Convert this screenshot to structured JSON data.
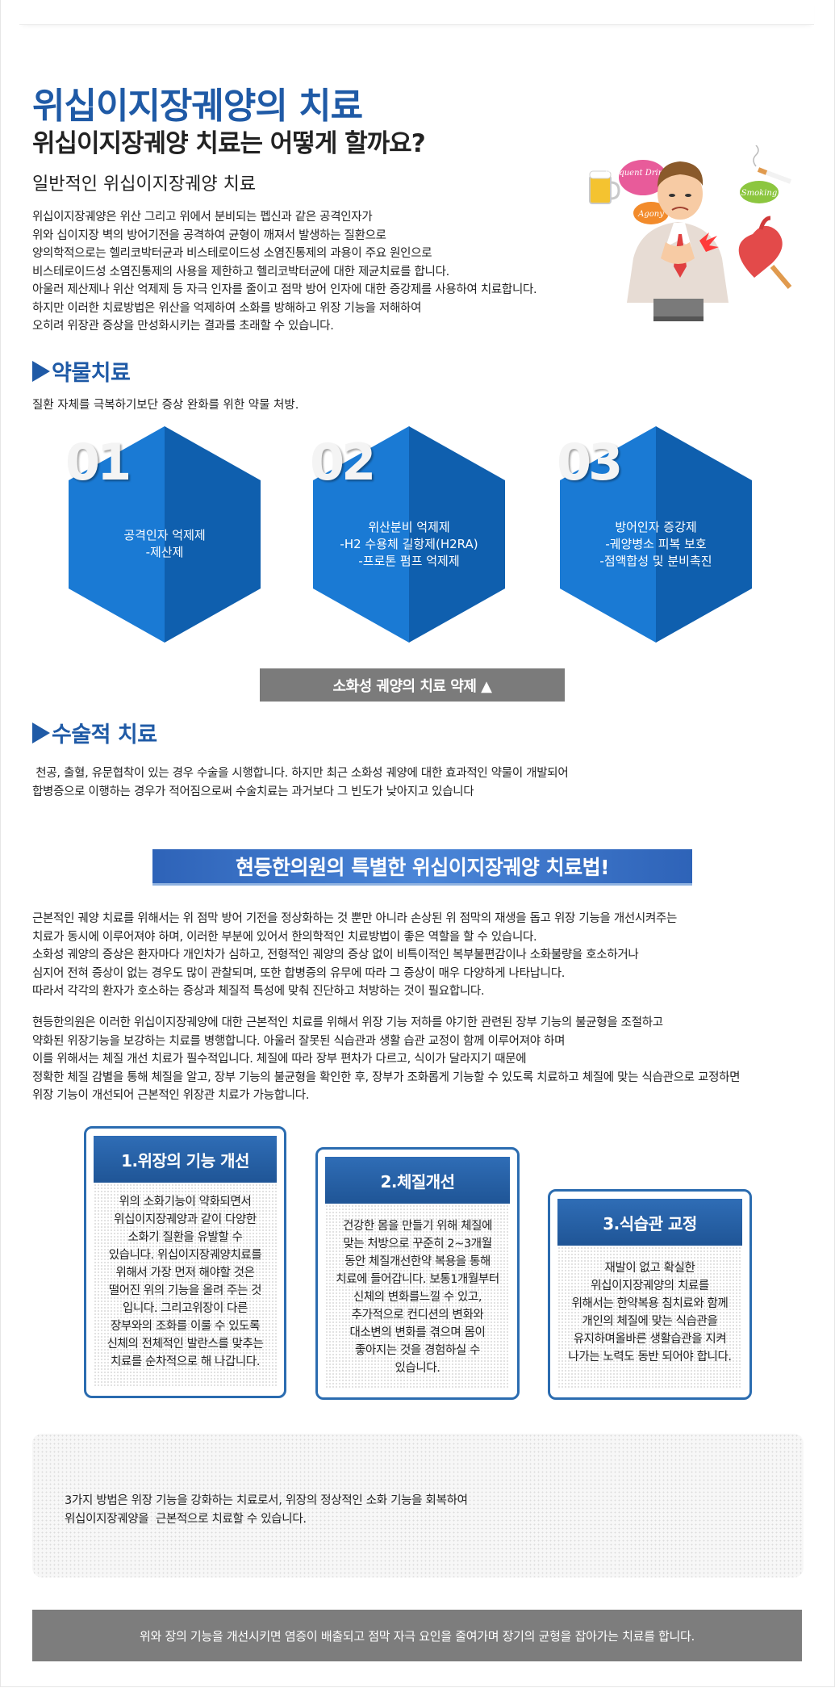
{
  "header": {
    "title": "위십이지장궤양의 치료",
    "subtitle": "위십이지장궤양 치료는 어떻게 할까요?",
    "general_heading": "일반적인 위십이지장궤양 치료"
  },
  "intro_lines": [
    "위십이지장궤양은 위산 그리고 위에서 분비되는 펩신과 같은 공격인자가",
    "위와 십이지장 벽의 방어기전을 공격하여 균형이 깨져서 발생하는 질환으로",
    "양의학적으로는 헬리코박터균과 비스테로이드성 소염진통제의 과용이 주요 원인으로",
    "비스테로이드성 소염진통제의 사용을 제한하고 헬리코박터균에 대한 제균치료를 합니다.",
    "아울러 제산제나 위산 억제제 등 자극 인자를 줄이고 점막 방어 인자에 대한 증강제를 사용하여 치료합니다.",
    "하지만 이러한 치료방법은 위산을 억제하여 소화를 방해하고 위장 기능을 저해하여",
    "오히려 위장관 증상을 만성화시키는 결과를 초래할 수 있습니다."
  ],
  "illustration": {
    "bubbles": [
      "Frequent Drinking",
      "Smoking",
      "Agony"
    ]
  },
  "drug": {
    "heading": "약물치료",
    "desc": "질환 자체를 극복하기보단 증상 완화를 위한 약물 처방.",
    "items": [
      {
        "num": "01",
        "lines": [
          "공격인자 억제제",
          "-제산제"
        ]
      },
      {
        "num": "02",
        "lines": [
          "위산분비 억제제",
          "-H2 수용체 길항제(H2RA)",
          "-프로톤 펌프 억제제"
        ]
      },
      {
        "num": "03",
        "lines": [
          "방어인자 증강제",
          "-궤양병소 피복 보호",
          "-점액합성 및 분비촉진"
        ]
      }
    ],
    "weakness_button": "소화성 궤양의 치료 약제 ▲"
  },
  "surgery": {
    "heading": "수술적 치료",
    "lines": [
      " 천공, 출혈, 유문협착이 있는 경우 수술을 시행합니다. 하지만 최근 소화성 궤양에 대한 효과적인 약물이 개발되어",
      "합병증으로 이행하는 경우가 적어짐으로써 수술치료는 과거보다 그 빈도가 낮아지고 있습니다"
    ]
  },
  "special": {
    "banner": "현등한의원의 특별한 위십이지장궤양 치료법!",
    "para1": [
      "근본적인 궤양 치료를 위해서는 위 점막 방어 기전을 정상화하는 것 뿐만 아니라 손상된 위 점막의 재생을 돕고 위장 기능을 개선시켜주는",
      "치료가 동시에 이루어져야 하며, 이러한 부분에 있어서 한의학적인 치료방법이 좋은 역할을 할 수 있습니다.",
      "소화성 궤양의 증상은 환자마다 개인차가 심하고, 전형적인 궤양의 증상 없이 비특이적인 복부불편감이나 소화불량을 호소하거나",
      "심지어 전혀 증상이 없는 경우도 많이 관찰되며, 또한 합병증의 유무에 따라 그 증상이 매우 다양하게 나타납니다.",
      "따라서 각각의 환자가 호소하는 증상과 체질적 특성에 맞춰 진단하고 처방하는 것이 필요합니다."
    ],
    "para2": [
      "현등한의원은 이러한 위십이지장궤양에 대한 근본적인 치료를 위해서 위장 기능 저하를 야기한 관련된 장부 기능의 불균형을 조절하고",
      "약화된 위장기능을 보강하는 치료를 병행합니다. 아울러 잘못된 식습관과 생활 습관 교정이 함께 이루어져야 하며",
      "이를 위해서는 체질 개선 치료가 필수적입니다. 체질에 따라 장부 편차가 다르고, 식이가 달라지기 때문에",
      "정확한 체질 감별을 통해 체질을 알고, 장부 기능의 불균형을 확인한 후, 장부가 조화롭게 기능할 수 있도록 치료하고 체질에 맞는 식습관으로 교정하면",
      "위장 기능이 개선되어 근본적인 위장관 치료가 가능합니다."
    ],
    "cards": [
      {
        "title": "1.위장의 기능 개선",
        "lines": [
          "위의 소화기능이 약화되면서",
          "위십이지장궤양과 같이 다양한",
          "소화기 질환을 유발할 수",
          "있습니다. 위십이지장궤양치료를",
          "위해서 가장 먼저 해야할 것은",
          "떨어진 위의 기능을 올려 주는 것",
          "입니다. 그리고위장이 다른",
          "장부와의 조화를 이룰 수 있도록",
          "신체의 전체적인 발란스를 맞추는",
          "치료를 순차적으로 해 나갑니다."
        ]
      },
      {
        "title": "2.체질개선",
        "lines": [
          "건강한 몸을 만들기 위해 체질에",
          "맞는 처방으로 꾸준히 2~3개월",
          "동안 체질개선한약 복용을 통해",
          "치료에 들어갑니다. 보통1개월부터",
          "신체의 변화를느낄 수 있고,",
          "추가적으로 컨디션의 변화와",
          "대소변의 변화를 겪으며 몸이",
          "좋아지는 것을 경험하실 수",
          "있습니다."
        ]
      },
      {
        "title": "3.식습관 교정",
        "lines": [
          "재발이 없고 확실한",
          "위십이지장궤양의 치료를",
          "위해서는 한약복용 침치료와 함께",
          "개인의 체질에 맞는 식습관을",
          "유지하며올바른 생활습관을 지켜",
          "나가는 노력도 동반 되어야 합니다."
        ]
      }
    ],
    "summary_lines": [
      "3가지 방법은 위장 기능을 강화하는 치료로서, 위장의 정상적인 소화 기능을 회복하여",
      "위십이지장궤양을  근본적으로 치료할 수 있습니다."
    ],
    "footer": "위와 장의 기능을 개선시키면 염증이 배출되고 점막 자극 요인을 줄여가며 장기의 균형을 잡아가는 치료를 합니다."
  },
  "colors": {
    "brand_blue": "#1f5aa6",
    "hex_light": "#1a7ad4",
    "hex_dark": "#0f5fae",
    "gray_button": "#7b7b7b"
  }
}
